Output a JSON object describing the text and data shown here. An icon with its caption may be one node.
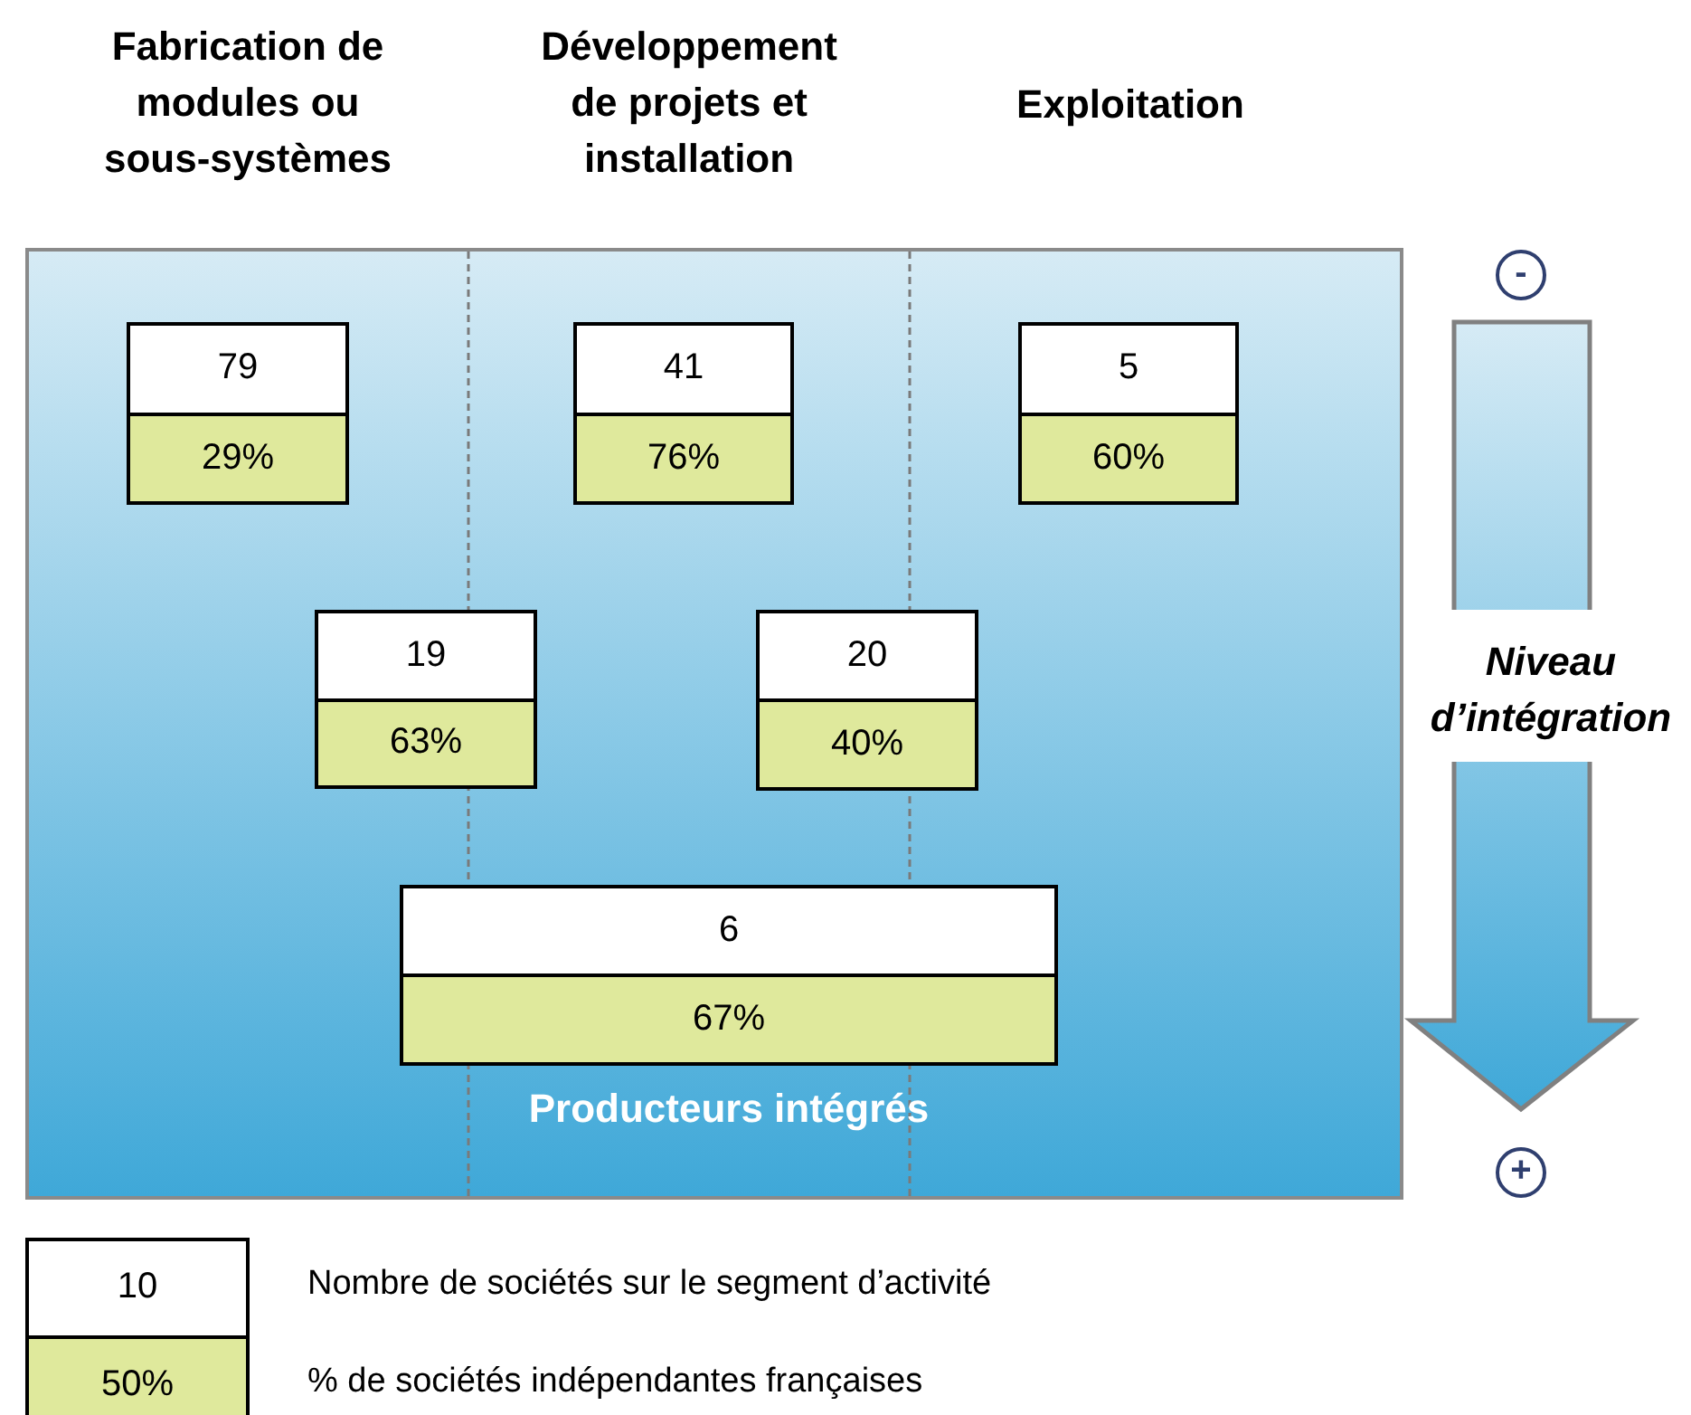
{
  "diagram": {
    "nodes": [
      {
        "text": [],
        "shape": "box"
      },
      {
        "text": [
          "79",
          "29%"
        ],
        "in": 0
      },
      {
        "text": [
          "41",
          "76%"
        ],
        "in": 0
      },
      {
        "text": [
          "5",
          "60%"
        ],
        "in": 0
      },
      {
        "text": [
          "19",
          "63%"
        ],
        "in": 0
      },
      {
        "text": [
          "20",
          "40%"
        ],
        "in": 0
      },
      {
        "text": [
          "6",
          "67%"
        ],
        "in": 0,
        "beside": [
          "Producteurs intégrés"
        ]
      }
    ],
    "labels": [
      "Fabrication de modules ou sous-systèmes",
      "Développement de projets et installation",
      "Exploitation",
      "-",
      "Niveau d’intégration",
      "+",
      "10",
      "50%"
    ],
    "legend": [
      {
        "text": "Nombre de sociétés sur le segment d’activité",
        "color": "#ffffff"
      },
      {
        "text": "% de sociétés indépendantes françaises",
        "color": "#dfe99c"
      }
    ]
  }
}
